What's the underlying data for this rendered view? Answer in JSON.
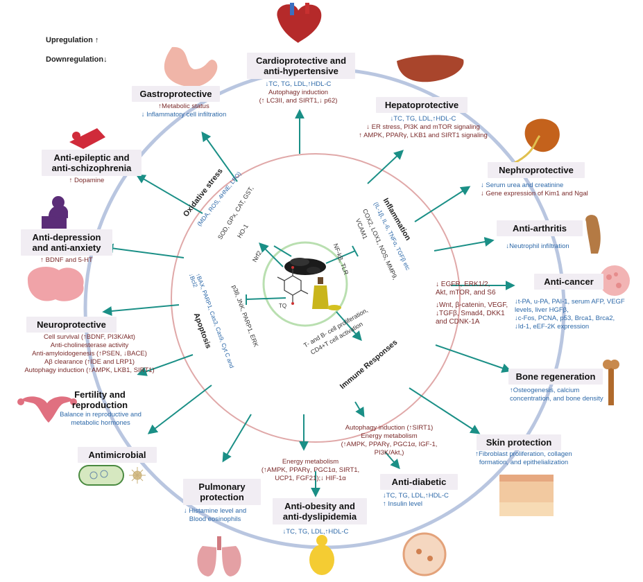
{
  "legend": {
    "up": "Upregulation ↑",
    "down": "Downregulation↓"
  },
  "sections": {
    "cardio": {
      "title_1": "Cardioprotective and",
      "title_2": "anti-hypertensive",
      "line1": "↓TC, TG, LDL,↑HDL-C",
      "line2": "Autophagy induction",
      "line3": "(↑ LC3II, and SIRT1,↓ p62)"
    },
    "gastro": {
      "title": "Gastroprotective",
      "line1": "↑Metabolic status",
      "line2": "↓ Inflammatory cell infiltration"
    },
    "hepato": {
      "title": "Hepatoprotective",
      "line1": "↓TC, TG, LDL,↑HDL-C",
      "line2": "↓ ER stress, PI3K and mTOR signaling",
      "line3": "↑ AMPK, PPARγ, LKB1 and SIRT1 signaling"
    },
    "antiepileptic": {
      "title_1": "Anti-epileptic and",
      "title_2": "anti-schizophrenia",
      "line1": "↑ Dopamine"
    },
    "nephro": {
      "title": "Nephroprotective",
      "line1": "↓ Serum urea and creatinine",
      "line2": "↓ Gene expression of Kim1 and Ngal"
    },
    "antidepression": {
      "title_1": "Anti-depression",
      "title_2": "and anti-anxiety",
      "line1": "↑ BDNF and 5-HT"
    },
    "antiarthritis": {
      "title": "Anti-arthritis",
      "line1": "↓Neutrophil infiltration"
    },
    "anticancer": {
      "title": "Anti-cancer",
      "line1": "↓t-PA, u-PA, PAI-1, serum AFP, VEGF",
      "line2": "levels, liver HGFβ,",
      "line3": "↓c-Fos, PCNA, p53, Brca1, Brca2,",
      "line4": "↓Id-1, eEF-2K expression"
    },
    "mid_right": {
      "line1": "↓   EGFR, ERK1/2,",
      "line2": "Akt, mTOR, and S6",
      "line3": "↓Wnt, β-catenin, VEGF,",
      "line4": "↓TGFβ, Smad4, DKK1",
      "line5": "and CDNK-1A"
    },
    "neuro": {
      "title": "Neuroprotective",
      "line1": "Cell survival (↑BDNF, PI3K/Akt)",
      "line2": "Anti-cholinesterase activity",
      "line3": "Anti-amyloidogenesis  (↑PSEN, ↓BACE)",
      "line4": "Aβ clearance (↑IDE and LRP1)",
      "line5": "Autophagy induction (↑AMPK, LKB1, SIRT1)"
    },
    "bone": {
      "title": "Bone regeneration",
      "line1": "↑Osteogenesis, calcium",
      "line2": "concentration, and bone density"
    },
    "fertility": {
      "title_1": "Fertility and",
      "title_2": "reproduction",
      "line1": "Balance in reproductive and",
      "line2": "metabolic hormones"
    },
    "skin": {
      "title": "Skin protection",
      "line1": "↑Fibroblast proliferation, collagen",
      "line2": "formation, and epithelialization"
    },
    "antimicrobial": {
      "title": "Antimicrobial"
    },
    "antidiabetic": {
      "title": "Anti-diabetic",
      "line1": "↓TC, TG, LDL,↑HDL-C",
      "line2": "↑ Insulin level",
      "pre1": "Autophagy induction (↑SIRT1)",
      "pre2": "Energy metabolism",
      "pre3": "(↑AMPK, PPARγ, PGC1α, IGF-1,",
      "pre4": "PI3K/Akt,)"
    },
    "pulmonary": {
      "title_1": "Pulmonary",
      "title_2": "protection",
      "line1": "↓ Histamine level and",
      "line2": "Blood eosinophils"
    },
    "antiobesity": {
      "title_1": "Anti-obesity and",
      "title_2": "anti-dyslipidemia",
      "line1": "↓TC, TG, LDL,↑HDL-C",
      "pre1": "Energy metabolism",
      "pre2": "(↑AMPK, PPARγ, PGC1α, SIRT1,",
      "pre3": "UCP1, FGF21);↓ HIF-1α"
    }
  },
  "inner": {
    "oxidative_title": "Oxidative stress",
    "oxidative_blue": "(MDA, ROS, 4HNE, LPO)",
    "oxidative_l1": "SOD, GPx, CAT, GST,",
    "oxidative_l2": "HO-1",
    "nrf2": "Nrf2",
    "inflammation_title": "Inflammation",
    "inflammation_blue": "(IL-1β, IL-6, TNFα, TGFβ etc",
    "inflammation_l1": "COX2, LOX1, NOS, MMP9,",
    "inflammation_l2": "VCAM1",
    "nfkb": "NF-kB, TLR",
    "apoptosis_title": "Apoptosis",
    "apoptosis_blue1": "↑BAX, PARP1, Cas3, Cas9, Cyt C and",
    "apoptosis_blue2": "↓Bcl2",
    "p38": "p38, JNK, PARP1, ERK",
    "immune_title": "Immune Responses",
    "immune_l1": "T- and B- cell proliferation,",
    "immune_l2": "CD4+T cell activation",
    "tq": "TQ"
  },
  "colors": {
    "arrow": "#1a8f86",
    "ring_outer": "#b9c6e0",
    "ring_inner": "#e0a8a8",
    "core_ring": "#b9dfb0",
    "title_bg": "#f1edf3",
    "text_blue": "#2c68a8",
    "text_red": "#7a2a2a"
  }
}
